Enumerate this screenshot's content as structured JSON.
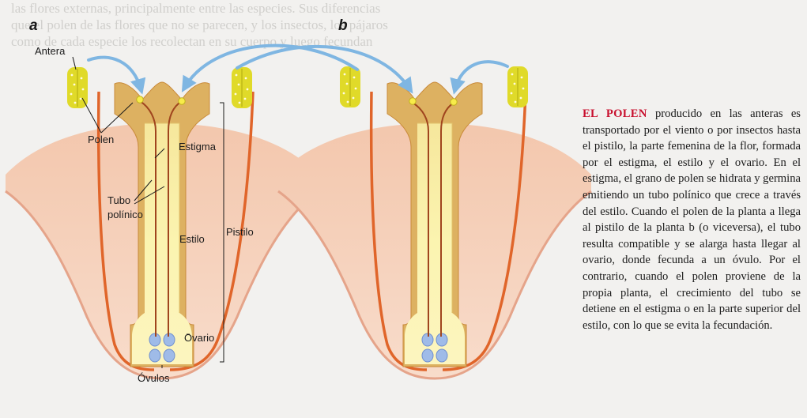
{
  "background_text": [
    "las flores externas, principalmente entre las especies. Sus diferencias",
    "que el polen de las flores que no se parecen, y los insectos, los pájaros",
    "como de cada especie los recolectan en su cuerpo y luego fecundan"
  ],
  "diagram": {
    "panel_a_letter": "a",
    "panel_b_letter": "b",
    "labels": {
      "antera": "Antera",
      "polen": "Polen",
      "estigma": "Estigma",
      "tubo_line1": "Tubo",
      "tubo_line2": "polínico",
      "estilo": "Estilo",
      "pistilo": "Pistilo",
      "ovario": "Ovario",
      "ovulos": "Óvulos"
    },
    "colors": {
      "petal": "#f5cdb6",
      "petal_edge": "#e0652a",
      "stigma": "#ddb161",
      "style_inner": "#faf2a4",
      "anther": "#e0da29",
      "pollen": "#f8ec4a",
      "arrow": "#7fb6e2",
      "ovule": "#9fbbe8"
    }
  },
  "caption": {
    "lead": "EL POLEN",
    "body": " producido en las anteras es transportado por el viento o por insectos hasta el pistilo, la parte femenina de la flor, formada por el estigma, el estilo y el ovario. En el estigma, el grano de polen se hidrata y germina emitiendo un tubo polínico que crece a través del estilo. Cuando el polen de la planta a llega al pistilo de la planta b (o viceversa), el tubo resulta compatible y se alarga hasta llegar al ovario, donde fecunda a un óvulo. Por el contrario, cuando el polen proviene de la propia planta, el crecimiento del tubo se detiene en el estigma o en la parte superior del estilo, con lo que se evita la fecundación."
  }
}
